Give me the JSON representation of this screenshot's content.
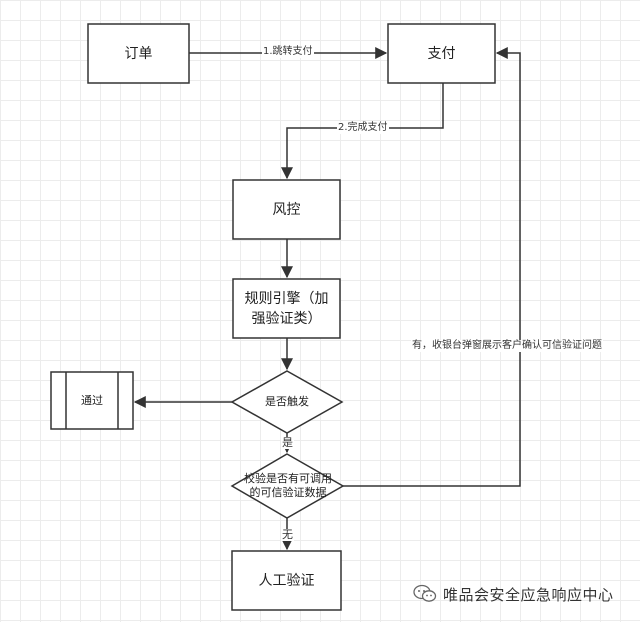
{
  "nodes": {
    "order": "订单",
    "payment": "支付",
    "risk_control": "风控",
    "rule_engine": "规则引擎（加强验证类）",
    "pass": "通过",
    "is_triggered": "是否触发",
    "check_verify": "校验是否有可调用的可信验证数据",
    "manual_verify": "人工验证"
  },
  "edges": {
    "order_to_payment": "1.跳转支付",
    "payment_to_risk": "2.完成支付",
    "triggered_yes": "是",
    "no_data": "无",
    "has_data": "有，收银台弹窗展示客户确认可信验证问题"
  },
  "watermark": {
    "text": "唯品会安全应急响应中心",
    "icon": "wechat-icon"
  },
  "colors": {
    "stroke": "#333333",
    "background": "#ffffff",
    "grid": "#ececec"
  }
}
